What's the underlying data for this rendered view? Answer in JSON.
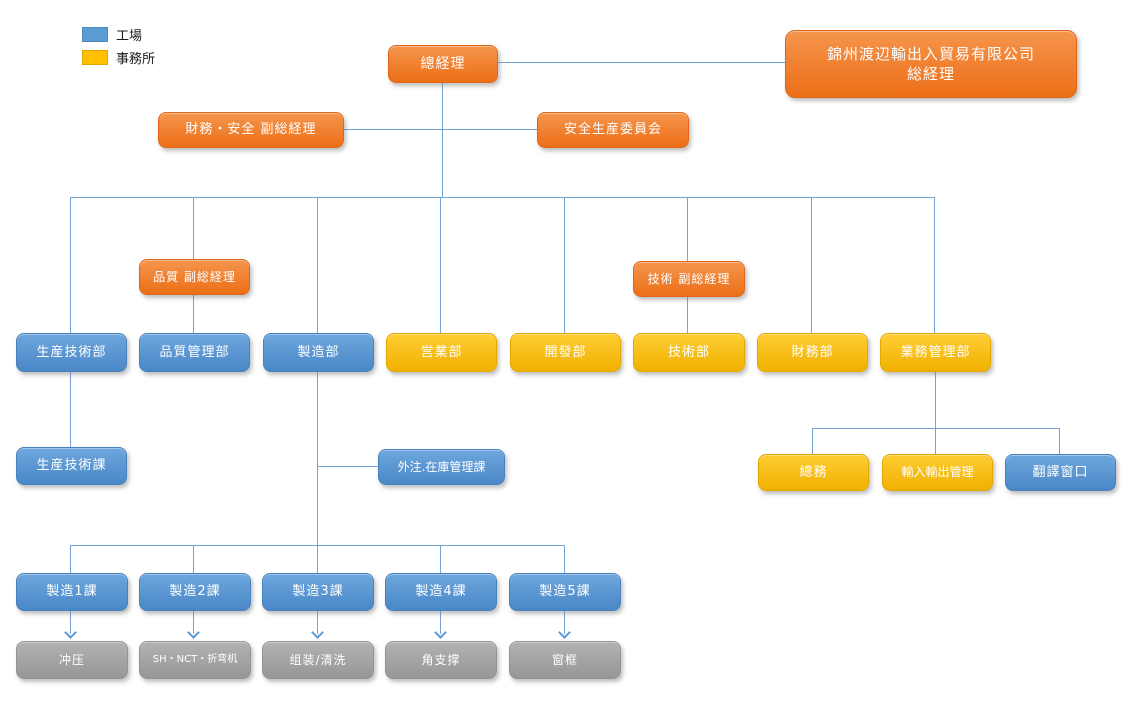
{
  "legend": {
    "factory_label": "工場",
    "office_label": "事務所"
  },
  "colors": {
    "factory_blue": "#5B9BD5",
    "office_yellow": "#FFC000",
    "management_orange": "#ED7D31",
    "process_gray": "#A5A5A5",
    "connector_blue": "#76A3D6"
  },
  "nodes": {
    "general_manager": "總経理",
    "parent_company_line1": "錦州渡辺輸出入貿易有限公司",
    "parent_company_line2": "総経理",
    "finance_safety_vice_gm": "財務・安全 副総経理",
    "safety_production_committee": "安全生産委員会",
    "quality_vice_gm": "品質 副総経理",
    "technology_vice_gm": "技術 副総経理",
    "production_tech_dept": "生産技術部",
    "quality_control_dept": "品質管理部",
    "manufacturing_dept": "製造部",
    "sales_dept": "営業部",
    "development_dept": "開發部",
    "technology_dept": "技術部",
    "finance_dept": "財務部",
    "business_admin_dept": "業務管理部",
    "production_tech_section": "生産技術課",
    "outsourcing_inventory_section": "外注.在庫管理課",
    "general_affairs": "總務",
    "import_export_admin": "輸入輸出管理",
    "translation_window": "翻譯窗口",
    "manufacturing_section_1": "製造1課",
    "manufacturing_section_2": "製造2課",
    "manufacturing_section_3": "製造3課",
    "manufacturing_section_4": "製造4課",
    "manufacturing_section_5": "製造5課",
    "process_stamping": "冲压",
    "process_sh_nct_bending": "SH・NCT・折弯机",
    "process_assembly_cleaning": "组装/清洗",
    "process_corner_support": "角支撑",
    "process_window_frame": "窗框"
  }
}
